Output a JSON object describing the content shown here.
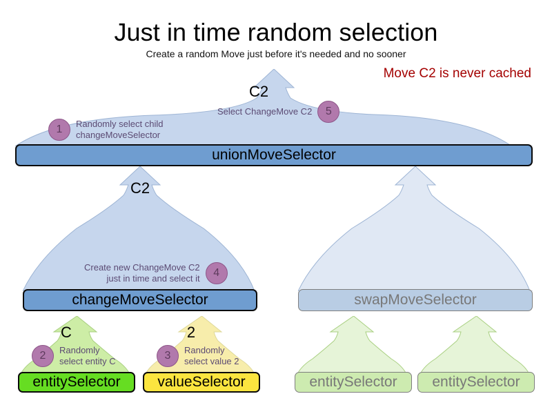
{
  "header": {
    "title": "Just in time random selection",
    "subtitle": "Create a random Move just before it's needed and no sooner",
    "callout": "Move C2 is never cached",
    "callout_color": "#a40000"
  },
  "palette": {
    "arrow_blue": "#c6d6ed",
    "arrow_blue_border": "#9db4d4",
    "arrow_blue_faded": "#e0e8f4",
    "arrow_green": "#cdeda6",
    "arrow_green_border": "#a8cf80",
    "arrow_green_faded": "#e6f4d8",
    "arrow_yellow": "#f7edab",
    "arrow_yellow_border": "#ded89a",
    "box_blue": "#6f9dd0",
    "box_blue_faded": "#b9cde4",
    "box_green": "#66dd22",
    "box_green_faded": "#cdebb0",
    "box_yellow": "#fbe53f",
    "badge_fill": "#b179ac",
    "badge_border": "#8d5588",
    "note_text": "#5b4a73",
    "faded_text": "#787878"
  },
  "nodes": {
    "union": {
      "label": "unionMoveSelector"
    },
    "change": {
      "label": "changeMoveSelector"
    },
    "swap": {
      "label": "swapMoveSelector"
    },
    "entity": {
      "label": "entitySelector"
    },
    "value": {
      "label": "valueSelector"
    },
    "swap_entity_left": {
      "label": "entitySelector"
    },
    "swap_entity_right": {
      "label": "entitySelector"
    }
  },
  "arrow_labels": {
    "union_out": "C2",
    "change_to_union": "C2",
    "entity_to_change": "C",
    "value_to_change": "2"
  },
  "annotations": [
    {
      "num": "1",
      "text": "Randomly select child\nchangeMoveSelector"
    },
    {
      "num": "5",
      "text": "Select ChangeMove C2"
    },
    {
      "num": "4",
      "text": "Create new ChangeMove C2\njust in time and select it"
    },
    {
      "num": "2",
      "text": "Randomly\nselect entity C"
    },
    {
      "num": "3",
      "text": "Randomly\nselect value 2"
    }
  ]
}
